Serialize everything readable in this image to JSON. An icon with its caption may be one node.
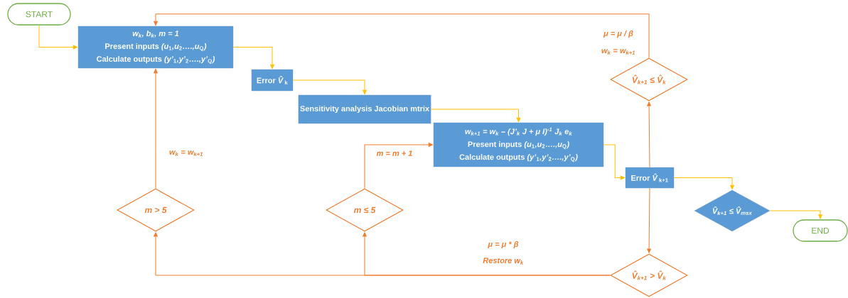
{
  "diagram": {
    "nodes": [
      {
        "text": [
          "START"
        ]
      },
      {
        "text": [
          "w$_{k}$, b$_{k}$, m = 1",
          "Present inputs *(u*$_{1}$*,u*$_{2}$*….,u*$_{Q}$*)*",
          "Calculate outputs *(y’*$_{1}$*,y’*$_{2}$*….,y’*$_{Q}$*)*"
        ]
      },
      {
        "text": [
          "Error *V̂*$_{k}$"
        ]
      },
      {
        "text": [
          "Sensitivity analysis Jacobian mtrix"
        ]
      },
      {
        "text": [
          "w$_{k+1}$ = w$_{k}$ – (J’$_{k}$ J + μ I)$^{-1}$ J$_{k}$ e$_{k}$",
          "Present inputs *(u*$_{1}$*,u*$_{2}$*….,u*$_{Q}$*)*",
          "Calculate outputs *(y’*$_{1}$*,y’*$_{2}$*….,y’*$_{Q}$*)*"
        ]
      },
      {
        "text": [
          "Error *V̂*$_{k+1}$"
        ]
      },
      {
        "text": [
          "V̂$_{k+1}$ ≤ V̂$_{msx}$"
        ]
      },
      {
        "text": [
          "END"
        ]
      },
      {
        "text": [
          "V̂$_{k+1}$ ≤ V̂$_{k}$"
        ]
      },
      {
        "text": [
          "V̂$_{k+1}$ > V̂$_{k}$"
        ]
      },
      {
        "text": [
          "m > 5"
        ]
      },
      {
        "text": [
          "m ≤ 5"
        ]
      }
    ],
    "edges": [
      {
        "from": 0,
        "to": 1,
        "arrow": "to"
      },
      {
        "from": 1,
        "to": 2,
        "arrow": "to"
      },
      {
        "from": 2,
        "to": 3,
        "arrow": "to"
      },
      {
        "from": 3,
        "to": 4,
        "arrow": "to"
      },
      {
        "from": 4,
        "to": 5,
        "arrow": "to"
      },
      {
        "from": 5,
        "to": 6,
        "arrow": "to"
      },
      {
        "from": 6,
        "to": 7,
        "arrow": "to"
      },
      {
        "from": 5,
        "to": 8,
        "arrow": "to",
        "color": "#ed7d31"
      },
      {
        "from": 5,
        "to": 9,
        "arrow": "to",
        "color": "#ed7d31"
      },
      {
        "from": 8,
        "to": 1,
        "arrow": "to",
        "color": "#ed7d31"
      },
      {
        "from": 9,
        "to": 10,
        "arrow": "to",
        "color": "#ed7d31"
      },
      {
        "from": 9,
        "to": 11,
        "arrow": "to",
        "color": "#ed7d31"
      },
      {
        "from": 10,
        "to": 1,
        "arrow": "to",
        "color": "#ed7d31"
      },
      {
        "from": 11,
        "to": 4,
        "arrow": "to",
        "color": "#ed7d31"
      }
    ],
    "labels": [
      "μ = μ / β",
      "w$_{k}$ = w$_{k+1}$",
      "w$_{k}$ = w$_{k+1}$",
      "m = m + 1",
      "μ = μ * β",
      "Restore w$_{k}$"
    ]
  }
}
